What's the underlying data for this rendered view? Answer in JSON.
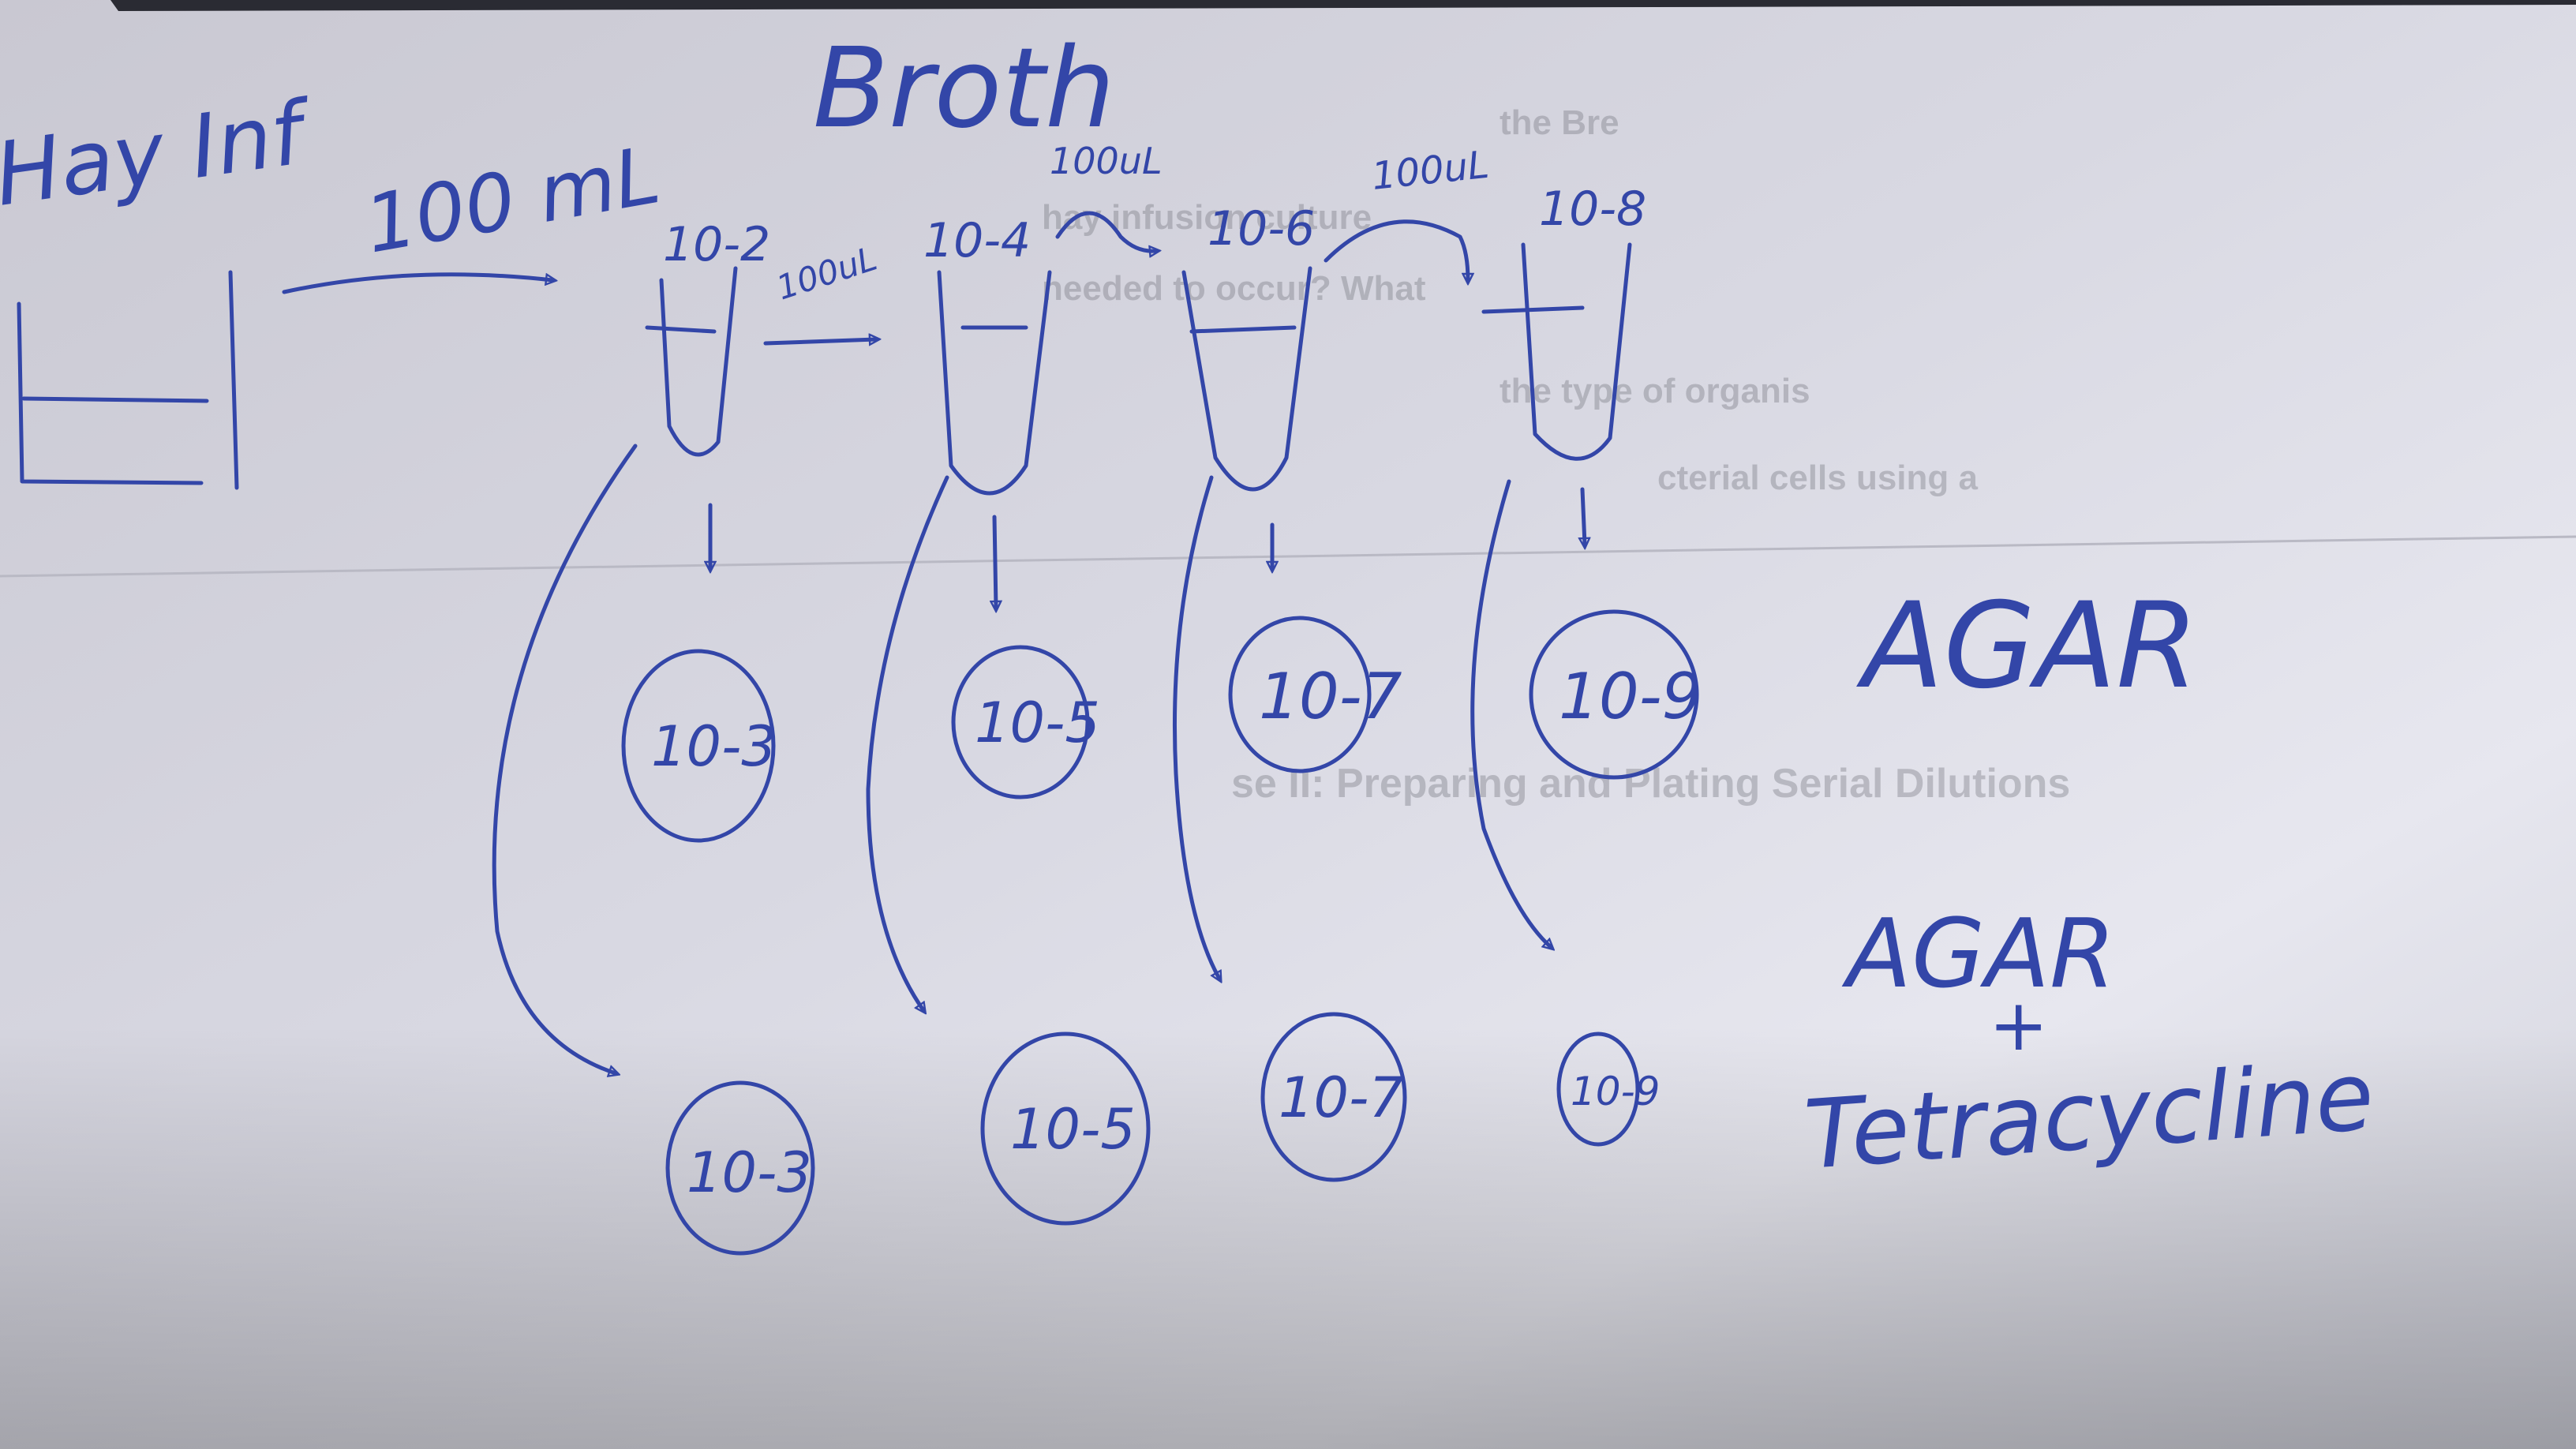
{
  "diagram": {
    "source_label": "Hay Inf",
    "source_transfer": "100 mL",
    "medium_label": "Broth",
    "tubes": [
      {
        "label": "10-2"
      },
      {
        "label": "10-4"
      },
      {
        "label": "10-6"
      },
      {
        "label": "10-8"
      }
    ],
    "tube_transfers": [
      "100uL",
      "100uL",
      "100uL"
    ],
    "agar_plates": [
      "10-3",
      "10-5",
      "10-7",
      "10-9"
    ],
    "tetracycline_plates": [
      "10-3",
      "10-5",
      "10-7",
      "10-9"
    ],
    "agar_label": "AGAR",
    "agar_tet_label_line1": "AGAR",
    "agar_tet_label_line2": "+",
    "agar_tet_label_line3": "Tetracycline"
  },
  "background_print": {
    "heading": "se II: Preparing and Plating Serial Dilutions",
    "lines": [
      "the Bre",
      "hay infusion culture",
      "needed to occur? What",
      "the type of organis",
      "cterial cells using a"
    ]
  },
  "colors": {
    "ink": "#3346a8",
    "paper": "#dcdce6",
    "shadow": "#8e8e96",
    "top_bar": "#2a2b33"
  }
}
